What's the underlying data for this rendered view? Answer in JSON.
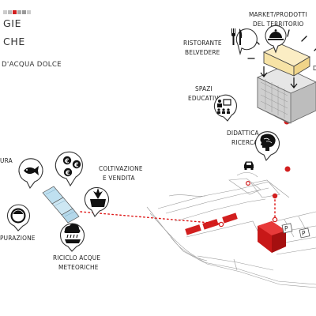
{
  "header": {
    "title_line1": "GIE",
    "title_line2": "CHE",
    "subtitle": "D'ACQUA DOLCE",
    "color_squares": [
      "#cccccc",
      "#bbbbbb",
      "#d21f1f",
      "#aaaaaa",
      "#999999",
      "#cccccc"
    ]
  },
  "labels": {
    "market_line1": "MARKET/PRODOTTI",
    "market_line2": "DEL TERRITORIO",
    "ristorante_line1": "RISTORANTE",
    "ristorante_line2": "BELVEDERE",
    "spazi_line1": "SPAZI",
    "spazi_line2": "EDUCATIVI",
    "didattica_line1": "DIDATTICA",
    "didattica_line2": "RICERCA",
    "coltura_partial": "URA",
    "coltivazione_line1": "COLTIVAZIONE",
    "coltivazione_line2": "E VENDITA",
    "depurazione_partial": "PURAZIONE",
    "riciclo_line1": "RICICLO ACQUE",
    "riciclo_line2": "METEORICHE",
    "edge_letter": "D",
    "parking_1": "P",
    "parking_2": "P"
  },
  "icons": [
    "fork-knife-icon",
    "food-cloche-icon",
    "classroom-icon",
    "brain-icon",
    "fish-icon",
    "euro-icon",
    "plant-icon",
    "water-bowl-icon",
    "rain-cloud-icon",
    "car-icon"
  ],
  "colors": {
    "accent": "#d21f1f",
    "dark": "#222222",
    "grey": "#9a9a9a"
  }
}
